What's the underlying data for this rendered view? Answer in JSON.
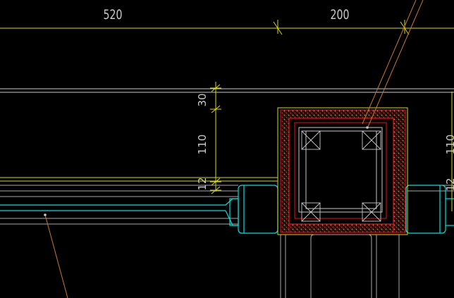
{
  "drawing": {
    "background": "#000000",
    "colors": {
      "dimension": "#d8d814",
      "white": "#c8c8c8",
      "red": "#e8101e",
      "hatch_dark": "#7a0f0f",
      "hatch_orange": "#e06c00",
      "cyan": "#00e0e0",
      "leader": "#c8782a"
    },
    "dimensions": {
      "width_left": "520",
      "width_right": "200",
      "height_top": "30",
      "height_mid": "110",
      "height_bottom": "12",
      "right_edge_mid": "110",
      "right_edge_bottom": "12"
    }
  }
}
